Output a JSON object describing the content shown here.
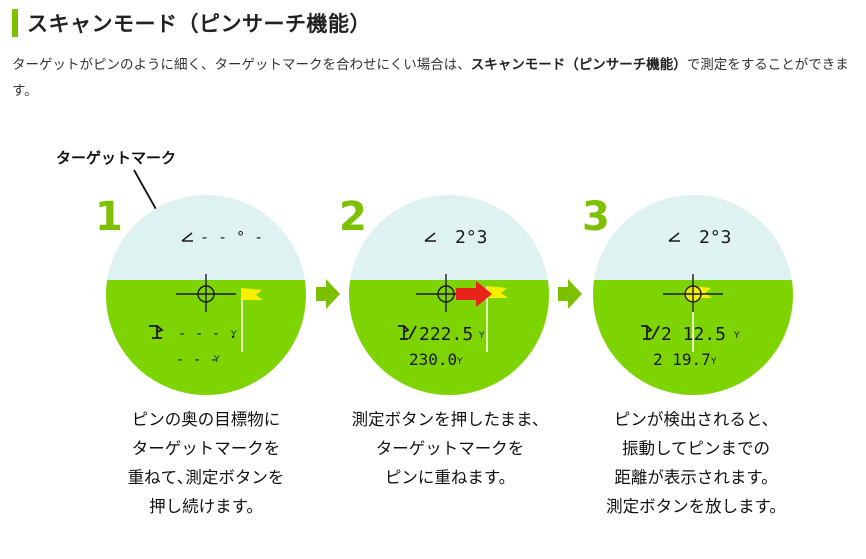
{
  "heading": {
    "title": "スキャンモード（ピンサーチ機能）",
    "accent_color": "#7cc000"
  },
  "intro": {
    "text_before": "ターゲットがピンのように細く、ターゲットマークを合わせにくい場合は、",
    "bold": "スキャンモード（ピンサーチ機能）",
    "text_after": "で測定をすることができます。"
  },
  "diagram": {
    "callout_label": "ターゲットマーク",
    "colors": {
      "sky": "#dff2f2",
      "ground": "#7ed400",
      "flag": "#f6f000",
      "arrow_green": "#7cc000",
      "scan_arrow": "#e8231a",
      "lock_ring": "#f6f000"
    },
    "steps": [
      {
        "number": "1",
        "angle_icon": "angle-icon",
        "angle_value": "- - ° -",
        "distance_icon": "flag-mode-icon",
        "distance_value": "- - - .",
        "distance_unit": "Y",
        "sub_value": "- - -",
        "sub_unit": "Y",
        "caption": [
          "ピンの奥の目標物に",
          "ターゲットマークを",
          "重ねて､測定ボタンを",
          "押し続けます。"
        ]
      },
      {
        "number": "2",
        "angle_icon": "angle-icon",
        "angle_value": "2°3",
        "distance_icon": "pin-search-icon",
        "distance_value": "222.5",
        "distance_unit": "Y",
        "sub_value": "230.0",
        "sub_unit": "Y",
        "caption": [
          "測定ボタンを押したまま、",
          "ターゲットマークを",
          "ピンに重ねます。"
        ]
      },
      {
        "number": "3",
        "angle_icon": "angle-icon",
        "angle_value": "2°3",
        "distance_icon": "pin-search-icon",
        "distance_value": "2 12.5",
        "distance_unit": "Y",
        "sub_value": "2 19.7",
        "sub_unit": "Y",
        "caption": [
          "ピンが検出されると、",
          "振動してピンまでの",
          "距離が表示されます。",
          "測定ボタンを放します。"
        ]
      }
    ]
  }
}
